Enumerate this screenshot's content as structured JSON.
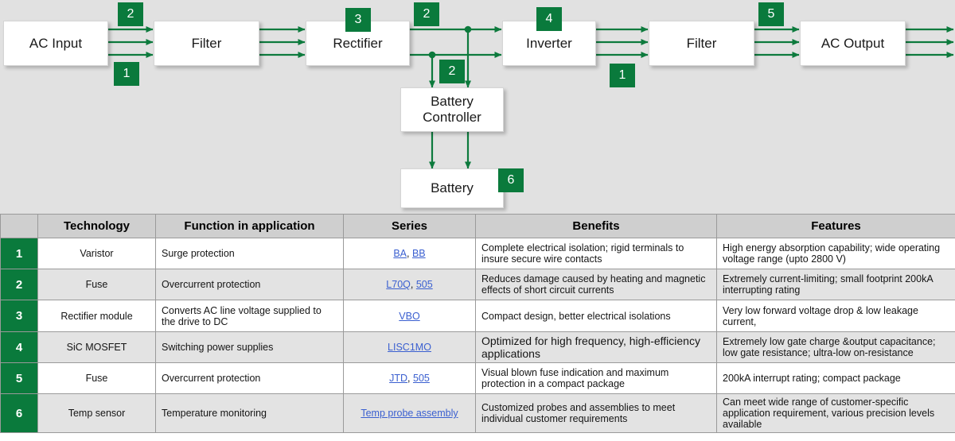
{
  "diagram": {
    "background_color": "#e1e1e1",
    "accent_color": "#0a7a3c",
    "nodes": [
      {
        "name": "ac-input",
        "label": "AC Input"
      },
      {
        "name": "filter-input",
        "label": "Filter"
      },
      {
        "name": "rectifier",
        "label": "Rectifier"
      },
      {
        "name": "battery-controller",
        "label": "Battery\nController",
        "line1": "Battery",
        "line2": "Controller"
      },
      {
        "name": "battery",
        "label": "Battery"
      },
      {
        "name": "inverter",
        "label": "Inverter"
      },
      {
        "name": "filter-output",
        "label": "Filter"
      },
      {
        "name": "ac-output",
        "label": "AC Output"
      }
    ],
    "badges": [
      {
        "name": "badge-2-input-top",
        "label": "2"
      },
      {
        "name": "badge-1-input-bottom",
        "label": "1"
      },
      {
        "name": "badge-3-rectifier",
        "label": "3"
      },
      {
        "name": "badge-2-dc-bus",
        "label": "2"
      },
      {
        "name": "badge-2-battery-bus",
        "label": "2"
      },
      {
        "name": "badge-4-inverter",
        "label": "4"
      },
      {
        "name": "badge-1-inverter-out",
        "label": "1"
      },
      {
        "name": "badge-5-output",
        "label": "5"
      },
      {
        "name": "badge-6-battery",
        "label": "6"
      }
    ]
  },
  "table": {
    "headers": {
      "index": "",
      "technology": "Technology",
      "function": "Function in application",
      "series": "Series",
      "benefits": "Benefits",
      "features": "Features"
    },
    "rows": [
      {
        "index": "1",
        "technology": "Varistor",
        "function": "Surge protection",
        "series": [
          {
            "text": "BA",
            "link": true
          },
          {
            "text": ", ",
            "link": false
          },
          {
            "text": "BB",
            "link": true
          }
        ],
        "benefits": "Complete electrical isolation; rigid terminals to insure secure wire contacts",
        "features": "High energy absorption capability; wide operating voltage range (upto 2800 V)"
      },
      {
        "index": "2",
        "technology": "Fuse",
        "function": "Overcurrent protection",
        "series": [
          {
            "text": "L70Q",
            "link": true
          },
          {
            "text": ", ",
            "link": false
          },
          {
            "text": "505",
            "link": true
          }
        ],
        "benefits": "Reduces damage caused by heating and magnetic effects of short circuit currents",
        "features": "Extremely current-limiting; small footprint 200kA interrupting rating"
      },
      {
        "index": "3",
        "technology": "Rectifier module",
        "function": "Converts AC line voltage supplied to the drive to DC",
        "series": [
          {
            "text": "VBO",
            "link": true
          }
        ],
        "benefits": "Compact design, better electrical isolations",
        "features": "Very low forward voltage drop & low leakage current,"
      },
      {
        "index": "4",
        "technology": "SiC MOSFET",
        "function": "Switching power supplies",
        "series": [
          {
            "text": "LISC1MO",
            "link": true
          }
        ],
        "benefits": "Optimized for high frequency, high-efficiency applications",
        "features": "Extremely low gate charge &output capacitance; low gate resistance; ultra-low on-resistance"
      },
      {
        "index": "5",
        "technology": "Fuse",
        "function": "Overcurrent protection",
        "series": [
          {
            "text": "JTD",
            "link": true
          },
          {
            "text": ", ",
            "link": false
          },
          {
            "text": "505",
            "link": true
          }
        ],
        "benefits": "Visual blown fuse indication and maximum protection in a compact package",
        "features": "200kA  interrupt rating; compact package"
      },
      {
        "index": "6",
        "technology": "Temp sensor",
        "function": "Temperature monitoring",
        "series": [
          {
            "text": "Temp probe assembly",
            "link": true
          }
        ],
        "benefits": "Customized probes and assemblies to meet individual customer requirements",
        "features": "Can meet wide range of customer-specific application requirement, various precision levels available"
      }
    ]
  }
}
